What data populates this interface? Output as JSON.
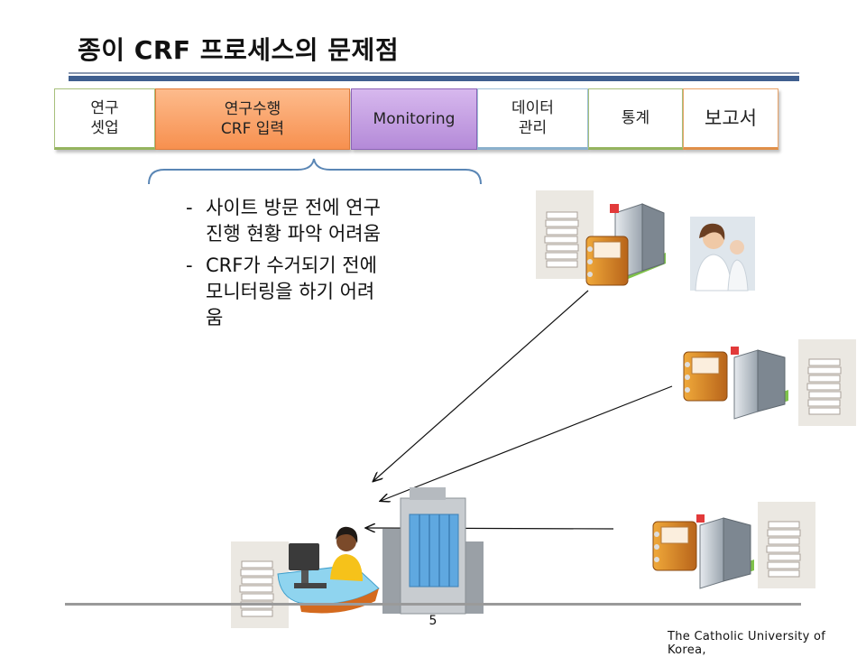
{
  "title": "종이 CRF 프로세스의 문제점",
  "steps": [
    {
      "label": "연구\n셋업"
    },
    {
      "label": "연구수행\nCRF 입력"
    },
    {
      "label": "Monitoring"
    },
    {
      "label": "데이터\n관리"
    },
    {
      "label": "통계"
    },
    {
      "label": "보고서"
    }
  ],
  "bullets": [
    {
      "dash": "-",
      "text": "사이트 방문 전에 연구\n진행 현황 파악 어려움"
    },
    {
      "dash": "-",
      "text": "CRF가 수거되기 전에\n모니터링을 하기 어려\n움"
    }
  ],
  "page_number": "5",
  "footer": "The Catholic University of Korea,",
  "icons": [
    "paper-stack-icon",
    "hospital-building-icon",
    "binder-icon",
    "doctor-photo-icon",
    "office-building-icon",
    "computer-user-icon"
  ],
  "colors": {
    "title_rule": "#3f5f8f",
    "orange": "#f7904f",
    "purple": "#b48ad8",
    "arrow": "#111111"
  }
}
